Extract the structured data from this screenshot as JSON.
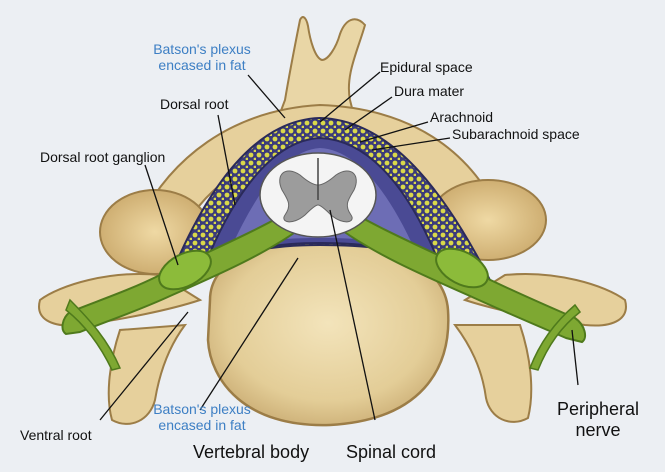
{
  "labels": {
    "batson_top": [
      "Batson's plexus",
      "encased in fat"
    ],
    "epidural_space": "Epidural space",
    "dura_mater": "Dura mater",
    "dorsal_root": "Dorsal root",
    "arachnoid": "Arachnoid",
    "subarachnoid_space": "Subarachnoid space",
    "dorsal_root_ganglion": "Dorsal root ganglion",
    "ventral_root": "Ventral root",
    "batson_bottom": [
      "Batson's plexus",
      "encased in fat"
    ],
    "vertebral_body": "Vertebral body",
    "spinal_cord": "Spinal cord",
    "peripheral_nerve": [
      "Peripheral",
      "nerve"
    ]
  },
  "colors": {
    "background": "#eceff3",
    "bone": "#e9d6a6",
    "bone_dark": "#c4a46c",
    "nerve": "#7ea832",
    "nerve_dark": "#4f7a1c",
    "dura": "#5a5aa8",
    "fat": "#d9d84a",
    "cord_white": "#f4f4f4",
    "cord_gray": "#9c9c9c",
    "label_blue": "#3d7fc4",
    "label_black": "#111111"
  }
}
